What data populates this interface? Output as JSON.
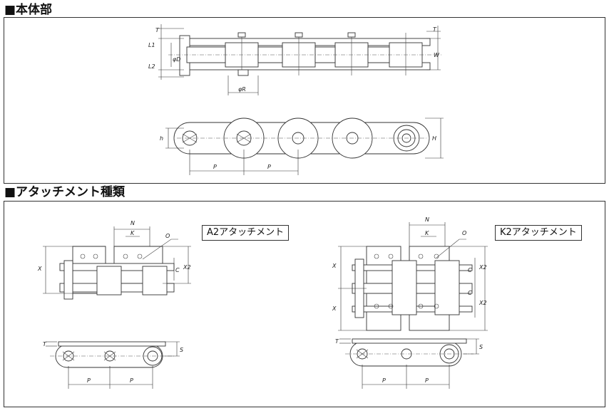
{
  "sections": {
    "body": {
      "title": "■本体部"
    },
    "attachments": {
      "title": "■アタッチメント種類"
    }
  },
  "labels": {
    "a2": "A2アタッチメント",
    "k2": "K2アタッチメント"
  },
  "dims": {
    "T": "T",
    "L1": "L1",
    "L2": "L2",
    "phiD": "φD",
    "phiR": "φR",
    "W": "W",
    "h": "h",
    "H": "H",
    "P": "P",
    "N": "N",
    "K": "K",
    "O": "O",
    "X": "X",
    "X2": "X2",
    "C": "C",
    "S": "S"
  }
}
